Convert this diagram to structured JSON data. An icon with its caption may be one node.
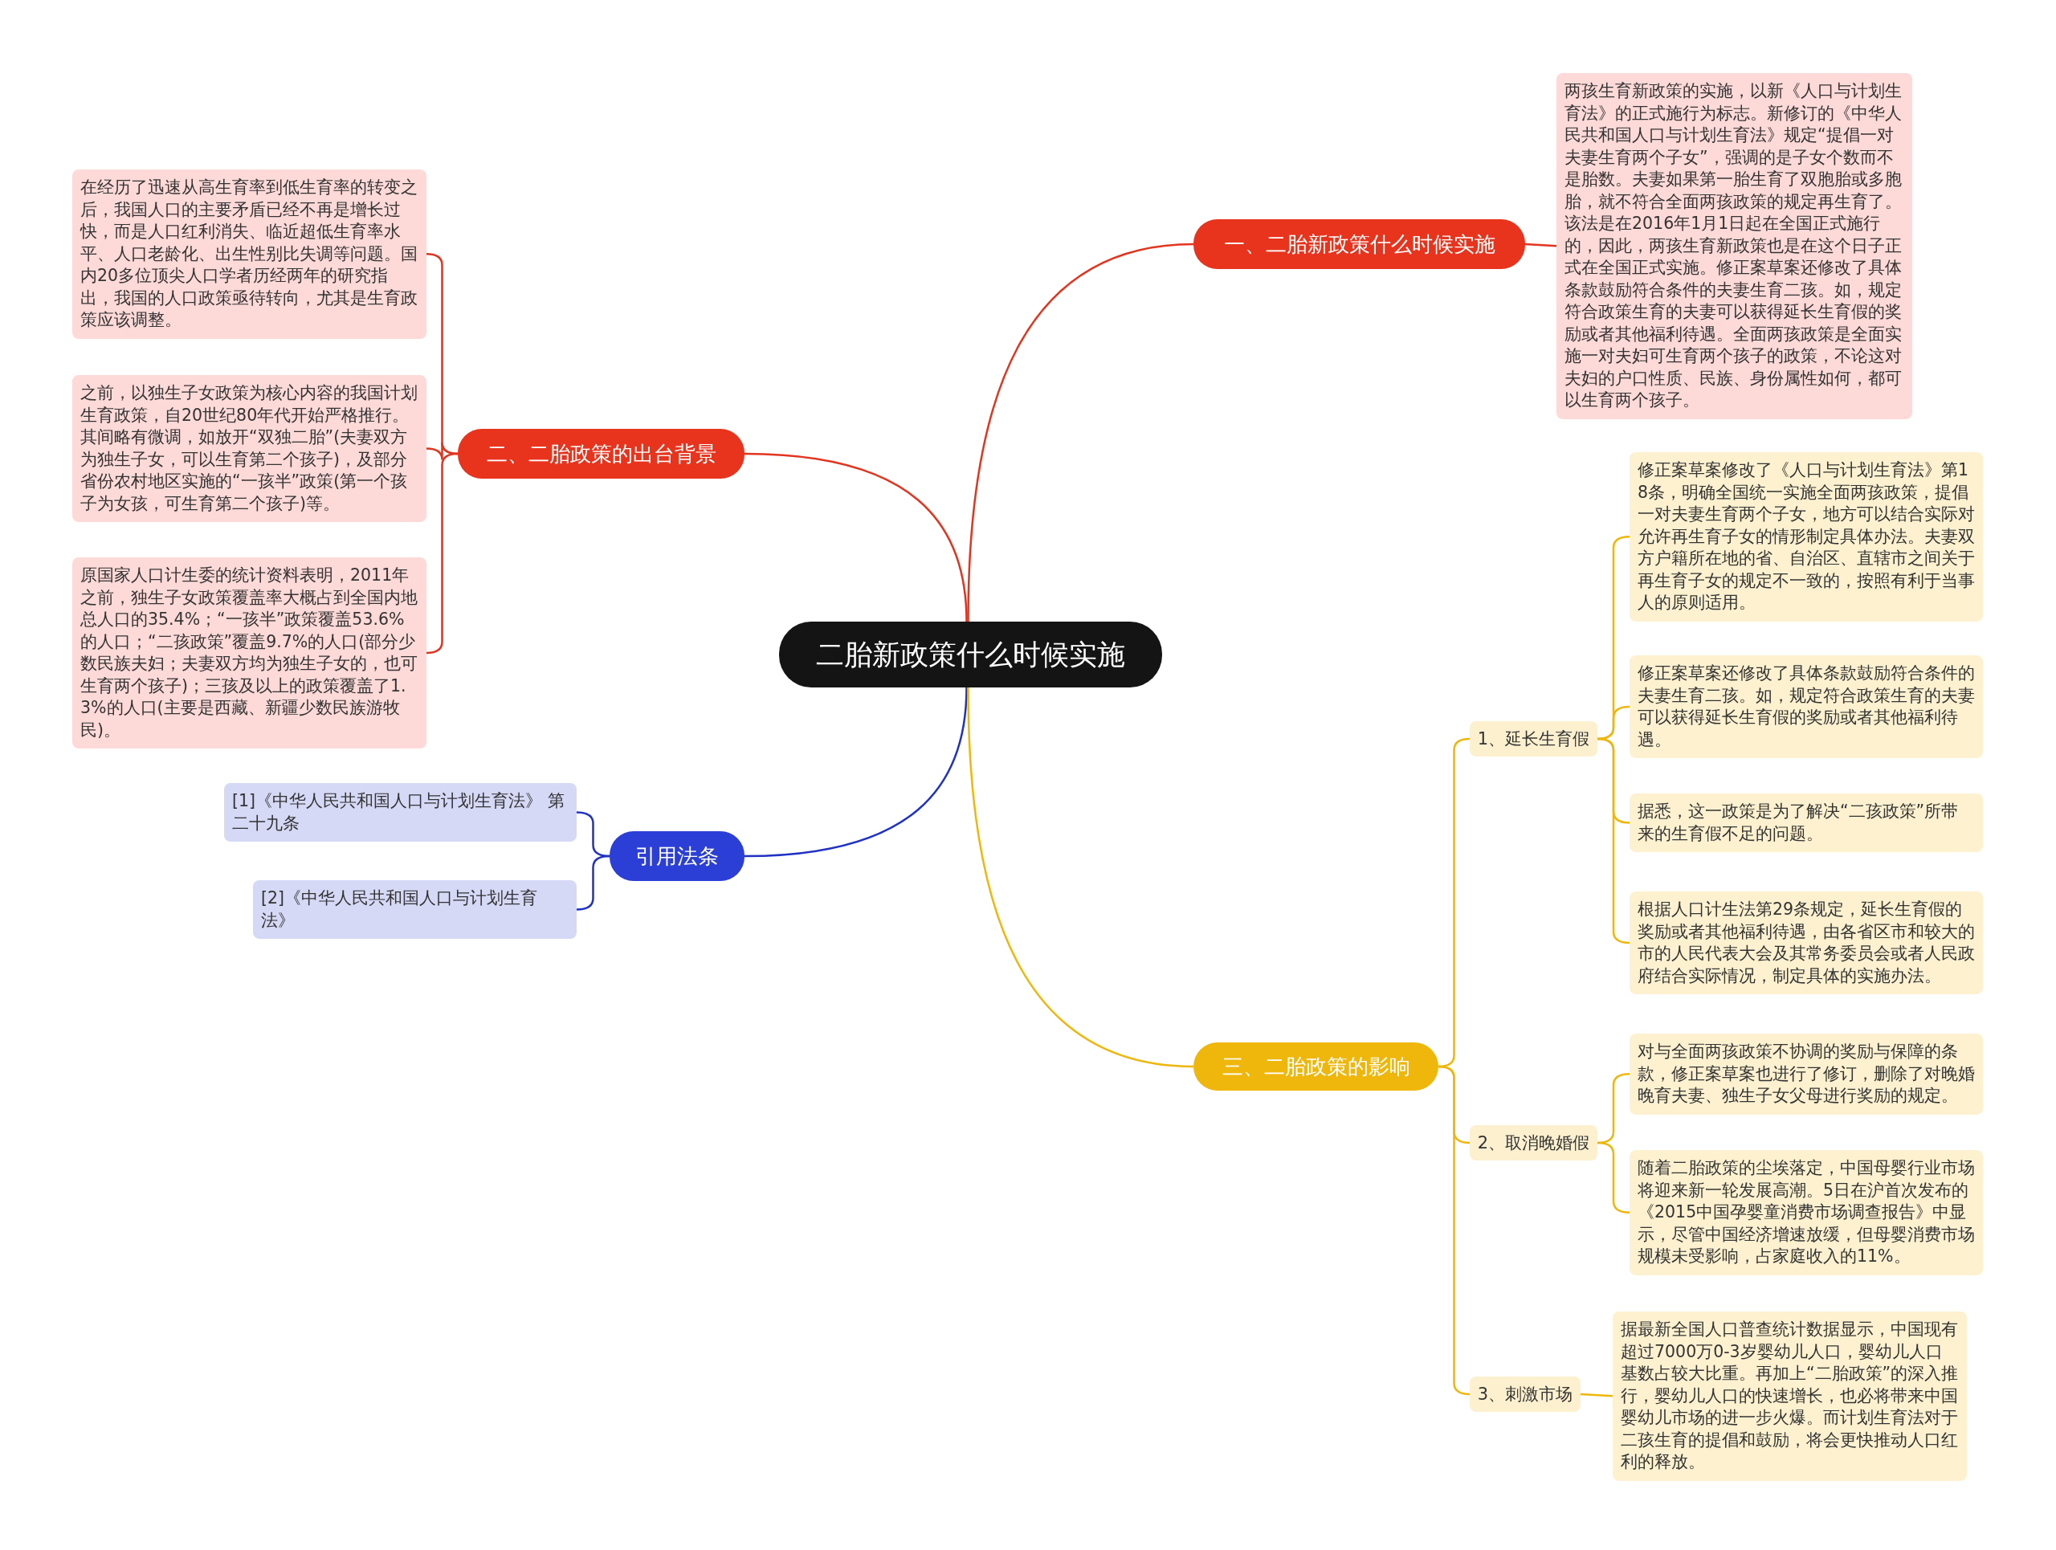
{
  "diagram": {
    "nodes": [
      {
        "text": [
          "二胎新政策什么时候实施"
        ]
      },
      {
        "text": [
          "一、二胎新政策什么时候实施"
        ]
      },
      {
        "text": [
          "两孩生育新政策的实施，以新《人口与计划生育法》的正式施行为标志。新修订的《中华人民共和国人口与计划生育法》规定“提倡一对夫妻生育两个子女”，强调的是子女个数而不是胎数。夫妻如果第一胎生育了双胞胎或多胞胎，就不符合全面两孩政策的规定再生育了。该法是在2016年1月1日起在全国正式施行的，因此，两孩生育新政策也是在这个日子正式在全国正式实施。修正案草案还修改了具体条款鼓励符合条件的夫妻生育二孩。如，规定符合政策生育的夫妻可以获得延长生育假的奖励或者其他福利待遇。全面两孩政策是全面实施一对夫妇可生育两个孩子的政策，不论这对夫妇的户口性质、民族、身份属性如何，都可以生育两个孩子。"
        ]
      },
      {
        "text": [
          "二、二胎政策的出台背景"
        ]
      },
      {
        "text": [
          "在经历了迅速从高生育率到低生育率的转变之后，我国人口的主要矛盾已经不再是增长过快，而是人口红利消失、临近超低生育率水平、人口老龄化、出生性别比失调等问题。国内20多位顶尖人口学者历经两年的研究指出，我国的人口政策亟待转向，尤其是生育政策应该调整。"
        ]
      },
      {
        "text": [
          "之前，以独生子女政策为核心内容的我国计划生育政策，自20世纪80年代开始严格推行。其间略有微调，如放开“双独二胎”(夫妻双方为独生子女，可以生育第二个孩子)，及部分省份农村地区实施的“一孩半”政策(第一个孩子为女孩，可生育第二个孩子)等。"
        ]
      },
      {
        "text": [
          "原国家人口计生委的统计资料表明，2011年之前，独生子女政策覆盖率大概占到全国内地总人口的35.4%；“一孩半”政策覆盖53.6%的人口；“二孩政策”覆盖9.7%的人口(部分少数民族夫妇；夫妻双方均为独生子女的，也可生育两个孩子)；三孩及以上的政策覆盖了1.3%的人口(主要是西藏、新疆少数民族游牧民)。"
        ]
      },
      {
        "text": [
          "引用法条"
        ]
      },
      {
        "text": [
          "[1]《中华人民共和国人口与计划生育法》 第二十九条"
        ]
      },
      {
        "text": [
          "[2]《中华人民共和国人口与计划生育法》"
        ]
      },
      {
        "text": [
          "三、二胎政策的影响"
        ]
      },
      {
        "text": [
          "1、延长生育假"
        ]
      },
      {
        "text": [
          "修正案草案修改了《人口与计划生育法》第18条，明确全国统一实施全面两孩政策，提倡一对夫妻生育两个子女，地方可以结合实际对允许再生育子女的情形制定具体办法。夫妻双方户籍所在地的省、自治区、直辖市之间关于再生育子女的规定不一致的，按照有利于当事人的原则适用。"
        ]
      },
      {
        "text": [
          "修正案草案还修改了具体条款鼓励符合条件的夫妻生育二孩。如，规定符合政策生育的夫妻可以获得延长生育假的奖励或者其他福利待遇。"
        ]
      },
      {
        "text": [
          "据悉，这一政策是为了解决“二孩政策”所带来的生育假不足的问题。"
        ]
      },
      {
        "text": [
          "根据人口计生法第29条规定，延长生育假的奖励或者其他福利待遇，由各省区市和较大的市的人民代表大会及其常务委员会或者人民政府结合实际情况，制定具体的实施办法。"
        ]
      },
      {
        "text": [
          "2、取消晚婚假"
        ]
      },
      {
        "text": [
          "对与全面两孩政策不协调的奖励与保障的条款，修正案草案也进行了修订，删除了对晚婚晚育夫妻、独生子女父母进行奖励的规定。"
        ]
      },
      {
        "text": [
          "随着二胎政策的尘埃落定，中国母婴行业市场将迎来新一轮发展高潮。5日在沪首次发布的《2015中国孕婴童消费市场调查报告》中显示，尽管中国经济增速放缓，但母婴消费市场规模未受影响，占家庭收入的11%。"
        ]
      },
      {
        "text": [
          "3、刺激市场"
        ]
      },
      {
        "text": [
          "据最新全国人口普查统计数据显示，中国现有超过7000万0-3岁婴幼儿人口，婴幼儿人口基数占较大比重。再加上“二胎政策”的深入推行，婴幼儿人口的快速增长，也必将带来中国婴幼儿市场的进一步火爆。而计划生育法对于二孩生育的提倡和鼓励，将会更快推动人口红利的释放。"
        ]
      }
    ],
    "edges": [
      {
        "from": 0,
        "to": 1,
        "arrow": "none",
        "color": "#e2341f"
      },
      {
        "from": 1,
        "to": 2,
        "arrow": "none",
        "color": "#e2341f"
      },
      {
        "from": 0,
        "to": 3,
        "arrow": "none",
        "color": "#e2341f"
      },
      {
        "from": 3,
        "to": 4,
        "arrow": "none",
        "color": "#e2341f"
      },
      {
        "from": 3,
        "to": 5,
        "arrow": "none",
        "color": "#e2341f"
      },
      {
        "from": 3,
        "to": 6,
        "arrow": "none",
        "color": "#e2341f"
      },
      {
        "from": 0,
        "to": 7,
        "arrow": "none",
        "color": "#1f32c4"
      },
      {
        "from": 7,
        "to": 8,
        "arrow": "none",
        "color": "#1f32c4"
      },
      {
        "from": 7,
        "to": 9,
        "arrow": "none",
        "color": "#1f32c4"
      },
      {
        "from": 0,
        "to": 10,
        "arrow": "none"
      },
      {
        "from": 10,
        "to": 11,
        "arrow": "none"
      },
      {
        "from": 11,
        "to": 12,
        "arrow": "none"
      },
      {
        "from": 11,
        "to": 13,
        "arrow": "none"
      },
      {
        "from": 11,
        "to": 14,
        "arrow": "none"
      },
      {
        "from": 11,
        "to": 15,
        "arrow": "none"
      },
      {
        "from": 10,
        "to": 16,
        "arrow": "none"
      },
      {
        "from": 16,
        "to": 17,
        "arrow": "none"
      },
      {
        "from": 16,
        "to": 18,
        "arrow": "none"
      },
      {
        "from": 10,
        "to": 19,
        "arrow": "none"
      },
      {
        "from": 19,
        "to": 20,
        "arrow": "none"
      }
    ]
  }
}
